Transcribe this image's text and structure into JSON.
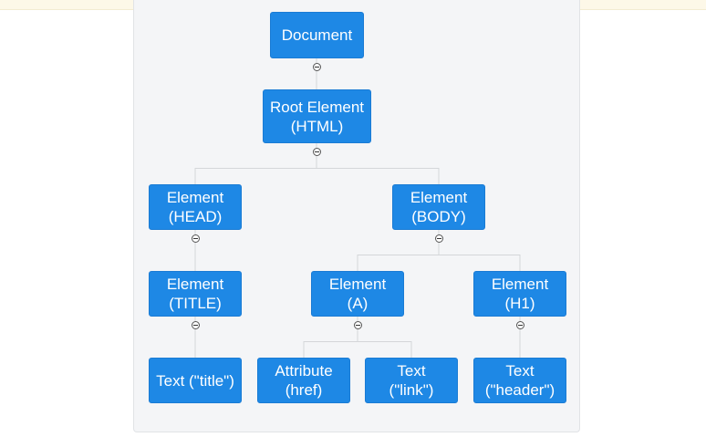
{
  "diagram": {
    "nodes": {
      "document": {
        "line1": "Document",
        "line2": ""
      },
      "root": {
        "line1": "Root Element",
        "line2": "(HTML)"
      },
      "head": {
        "line1": "Element",
        "line2": "(HEAD)"
      },
      "body": {
        "line1": "Element",
        "line2": "(BODY)"
      },
      "title": {
        "line1": "Element",
        "line2": "(TITLE)"
      },
      "a": {
        "line1": "Element",
        "line2": "(A)"
      },
      "h1": {
        "line1": "Element",
        "line2": "(H1)"
      },
      "text_title": {
        "line1": "Text (\"title\")",
        "line2": ""
      },
      "attr_href": {
        "line1": "Attribute",
        "line2": "(href)"
      },
      "text_link": {
        "line1": "Text",
        "line2": "(\"link\")"
      },
      "text_header": {
        "line1": "Text",
        "line2": "(\"header\")"
      }
    }
  }
}
